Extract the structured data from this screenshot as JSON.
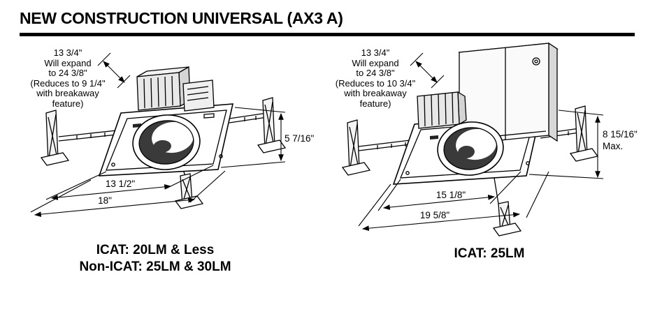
{
  "title": "NEW CONSTRUCTION UNIVERSAL (AX3 A)",
  "colors": {
    "ink": "#000000",
    "baffle_shade": "#3a3a3a"
  },
  "left": {
    "note": [
      "13 3/4\"",
      "Will expand",
      "to 24 3/8\"",
      "(Reduces to 9 1/4\"",
      "with breakaway",
      "feature)"
    ],
    "dim_height": "5 7/16\"",
    "dim_width_inner": "13 1/2\"",
    "dim_width_outer": "18\"",
    "caption_line1": "ICAT: 20LM & Less",
    "caption_line2": "Non-ICAT: 25LM & 30LM"
  },
  "right": {
    "note": [
      "13 3/4\"",
      "Will expand",
      "to 24 3/8\"",
      "(Reduces to 10 3/4\"",
      "with breakaway",
      "feature)"
    ],
    "dim_height": "8 15/16\"",
    "dim_height_suffix": "Max.",
    "dim_width_inner": "15 1/8\"",
    "dim_width_outer": "19 5/8\"",
    "caption_line1": "ICAT: 25LM"
  }
}
